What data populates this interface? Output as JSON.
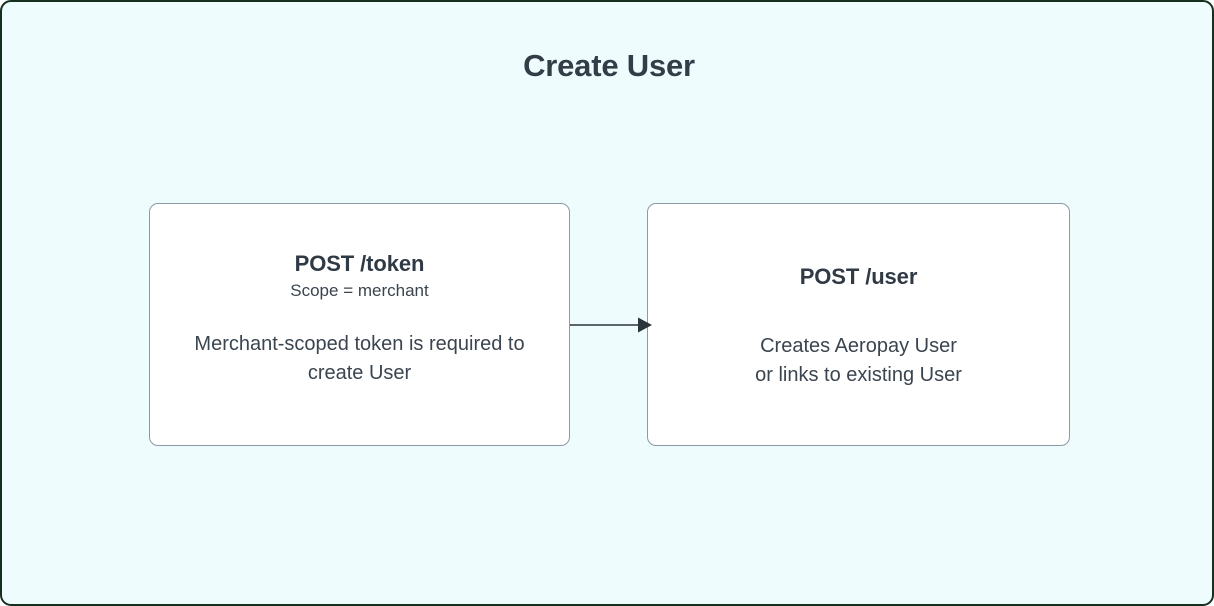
{
  "diagram": {
    "title": "Create User",
    "background_color": "#effcfd",
    "frame_border_color": "#16301f",
    "text_color": "#333d48",
    "node_border_color": "#8d9aa6",
    "node_fill_color": "#ffffff",
    "arrow_color": "#2b333b",
    "nodes": [
      {
        "id": "token",
        "heading": "POST /token",
        "subheading": "Scope = merchant",
        "body": "Merchant-scoped token is required to create User"
      },
      {
        "id": "user",
        "heading": "POST /user",
        "subheading": "",
        "body": "Creates Aeropay User\nor links to existing User"
      }
    ],
    "edges": [
      {
        "id": "token-to-user",
        "from": "token",
        "to": "user",
        "label": "",
        "style": "solid-arrow"
      }
    ]
  }
}
